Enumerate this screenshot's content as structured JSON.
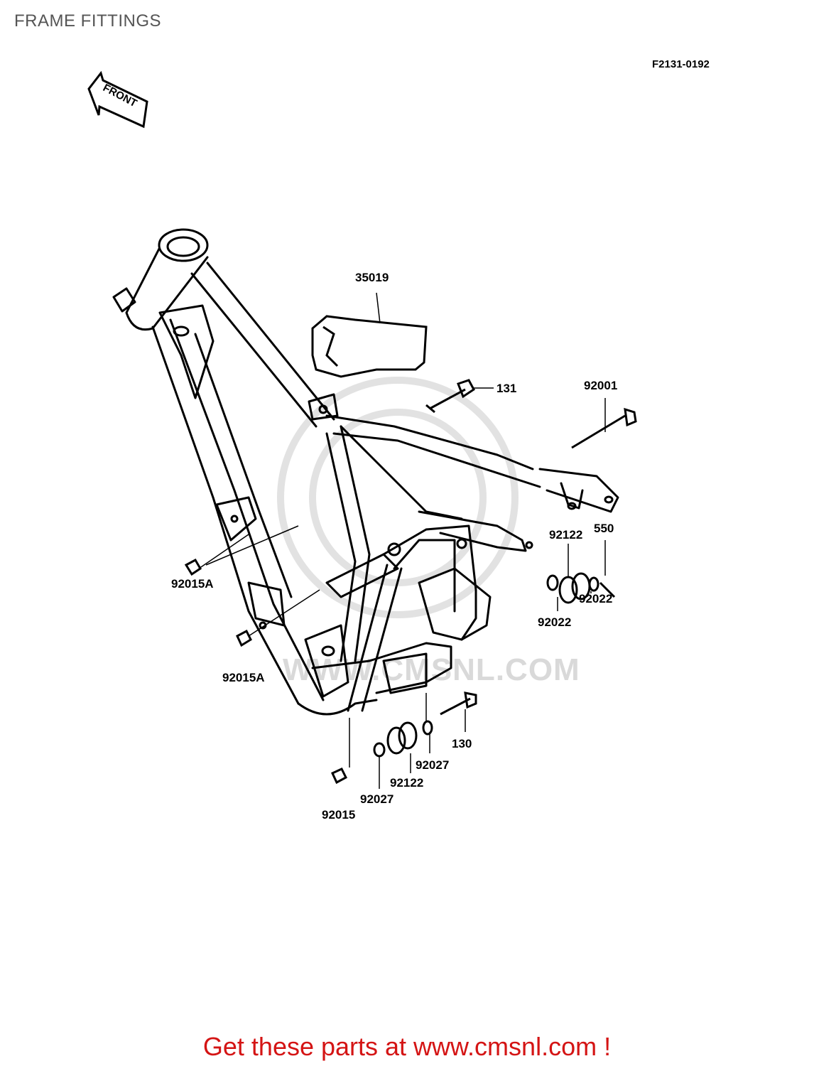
{
  "header": {
    "title": "FRAME FITTINGS",
    "diagram_code": "F2131-0192"
  },
  "front_arrow": {
    "label": "FRONT"
  },
  "watermark": {
    "text": "WWW.CMSNL.COM"
  },
  "parts": [
    {
      "id": "p35019",
      "number": "35019"
    },
    {
      "id": "p131",
      "number": "131"
    },
    {
      "id": "p92001",
      "number": "92001"
    },
    {
      "id": "p92122a",
      "number": "92122"
    },
    {
      "id": "p550",
      "number": "550"
    },
    {
      "id": "p92022a",
      "number": "92022"
    },
    {
      "id": "p92022b",
      "number": "92022"
    },
    {
      "id": "p92015Aa",
      "number": "92015A"
    },
    {
      "id": "p92015Ab",
      "number": "92015A"
    },
    {
      "id": "p130",
      "number": "130"
    },
    {
      "id": "p92027a",
      "number": "92027"
    },
    {
      "id": "p92122b",
      "number": "92122"
    },
    {
      "id": "p92027b",
      "number": "92027"
    },
    {
      "id": "p92015",
      "number": "92015"
    }
  ],
  "footer": {
    "text": "Get these parts at www.cmsnl.com !"
  },
  "colors": {
    "footer": "#d41414",
    "title": "#555555",
    "lines": "#000000",
    "watermark": "#d9d9d9"
  }
}
